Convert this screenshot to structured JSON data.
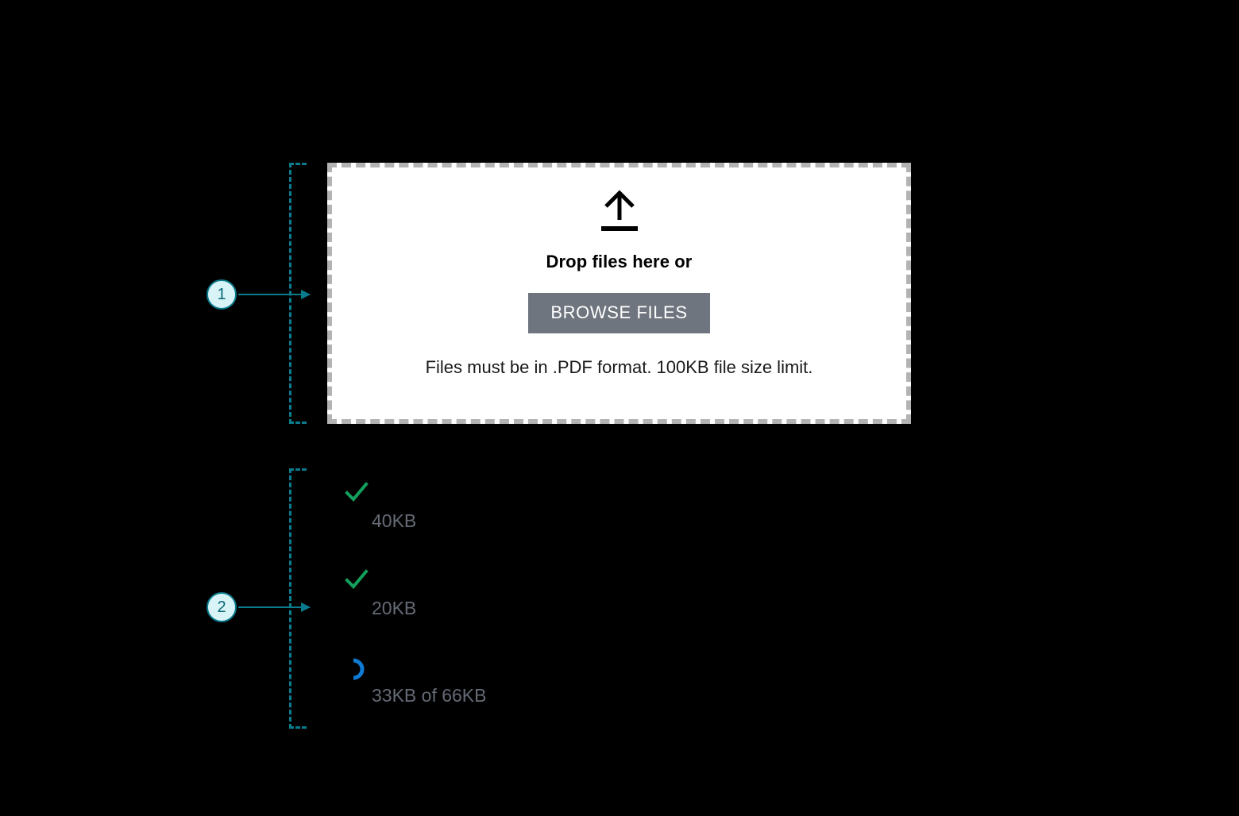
{
  "page": {
    "background_color": "#000000",
    "accent_color": "#0a7b8c",
    "callout_fill_color": "#d8f4f7",
    "success_color": "#13a05c",
    "spinner_color": "#0f7ad4",
    "button_color": "#6f757e",
    "meta_text_color": "#646b75",
    "dropzone_border_color": "#b3b3b3"
  },
  "callouts": [
    {
      "number": "1",
      "target": "dropzone-region"
    },
    {
      "number": "2",
      "target": "file-list-region"
    }
  ],
  "dropzone": {
    "icon": "upload-arrow-icon",
    "title": "Drop files here or",
    "browse_label": "BROWSE FILES",
    "hint": "Files must be in .PDF format. 100KB file size limit."
  },
  "file_list": {
    "items": [
      {
        "status": "complete",
        "status_icon": "check-icon",
        "name": "",
        "meta": "40KB"
      },
      {
        "status": "complete",
        "status_icon": "check-icon",
        "name": "",
        "meta": "20KB"
      },
      {
        "status": "uploading",
        "status_icon": "spinner-icon",
        "name": "",
        "meta": "33KB of 66KB"
      }
    ]
  }
}
